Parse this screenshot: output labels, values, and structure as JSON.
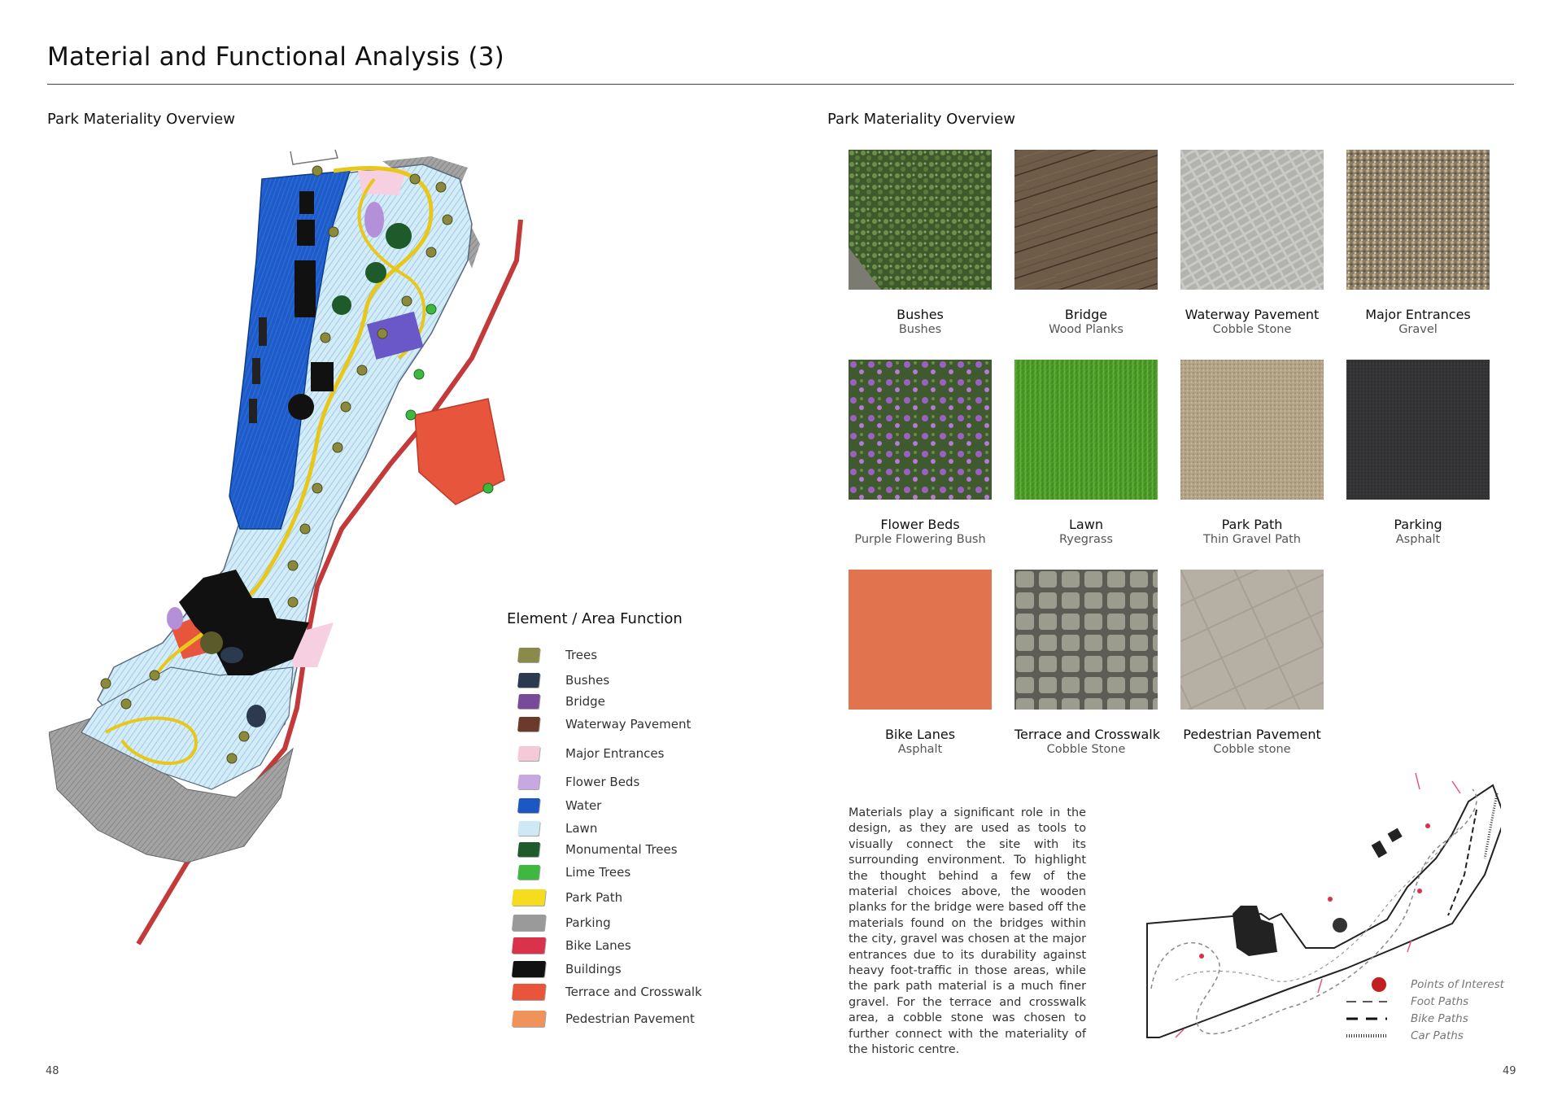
{
  "page": {
    "title": "Material and Functional Analysis (3)",
    "left_section_title": "Park Materiality Overview",
    "right_section_title": "Park Materiality Overview",
    "page_left": "48",
    "page_right": "49"
  },
  "legend": {
    "title": "Element / Area Function",
    "items": [
      {
        "label": "Trees",
        "color": "#8a8a4a"
      },
      {
        "label": "Bushes",
        "color": "#2c3a4f"
      },
      {
        "label": "Bridge",
        "color": "#7a4a9a"
      },
      {
        "label": "Waterway Pavement",
        "color": "#6b3a2a"
      },
      {
        "label": "Major Entrances",
        "color": "#f6c9d8"
      },
      {
        "label": "Flower Beds",
        "color": "#c8a8e0"
      },
      {
        "label": "Water",
        "color": "#1d57c4"
      },
      {
        "label": "Lawn",
        "color": "#cfe8f5"
      },
      {
        "label": "Monumental Trees",
        "color": "#1e5a2a"
      },
      {
        "label": "Lime Trees",
        "color": "#3fb83f"
      },
      {
        "label": "Park Path",
        "color": "#f5dc1e"
      },
      {
        "label": "Parking",
        "color": "#9a9a9a"
      },
      {
        "label": "Bike Lanes",
        "color": "#d8334a"
      },
      {
        "label": "Buildings",
        "color": "#111111"
      },
      {
        "label": "Terrace and Crosswalk",
        "color": "#e8553a"
      },
      {
        "label": "Pedestrian Pavement",
        "color": "#f0935a"
      }
    ]
  },
  "materials": [
    {
      "name": "Bushes",
      "material": "Bushes"
    },
    {
      "name": "Bridge",
      "material": "Wood Planks"
    },
    {
      "name": "Waterway Pavement",
      "material": "Cobble Stone"
    },
    {
      "name": "Major Entrances",
      "material": "Gravel"
    },
    {
      "name": "Flower Beds",
      "material": "Purple Flowering Bush"
    },
    {
      "name": "Lawn",
      "material": "Ryegrass"
    },
    {
      "name": "Park Path",
      "material": "Thin Gravel Path"
    },
    {
      "name": "Parking",
      "material": "Asphalt"
    },
    {
      "name": "Bike Lanes",
      "material": "Asphalt"
    },
    {
      "name": "Terrace and Crosswalk",
      "material": "Cobble Stone"
    },
    {
      "name": "Pedestrian Pavement",
      "material": "Cobble stone"
    }
  ],
  "description": "Materials play a significant role in the design, as they are used as tools to visually connect the site with its surrounding environment. To highlight the thought behind a few of the material choices above, the wooden planks for the bridge were based off the materials found on the bridges within the city, gravel was chosen at the major entrances due to its durability against heavy foot-traffic in those areas, while the park path material is a much finer gravel. For the terrace and crosswalk area, a cobble stone was chosen to further connect with the materiality of the historic centre.",
  "circulation_key": {
    "items": [
      "Points of Interest",
      "Foot Paths",
      "Bike Paths",
      "Car Paths"
    ]
  }
}
